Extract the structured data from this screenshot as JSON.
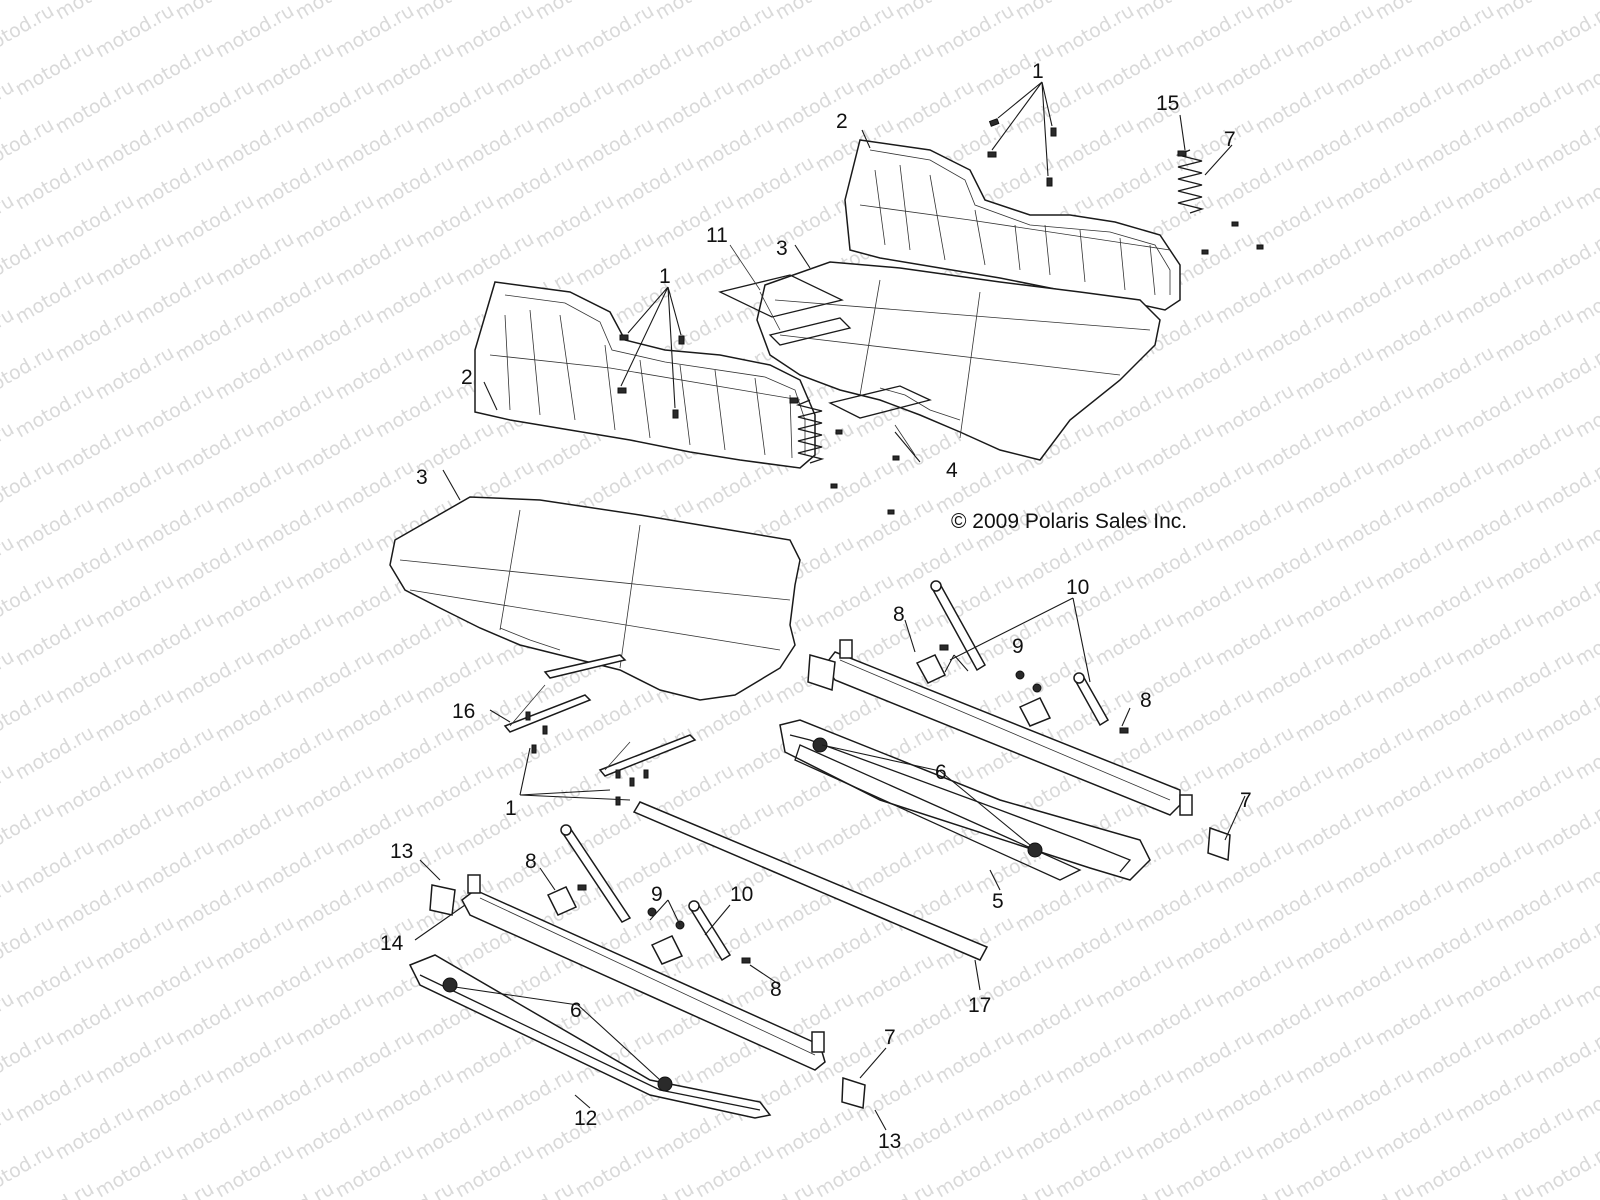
{
  "watermark": {
    "text": "motod.ru",
    "color": "#d9d9d9"
  },
  "copyright": "© 2009 Polaris Sales Inc.",
  "callouts": [
    "1",
    "2",
    "3",
    "4",
    "5",
    "6",
    "7",
    "8",
    "9",
    "10",
    "11",
    "12",
    "13",
    "14",
    "15",
    "16",
    "17"
  ]
}
